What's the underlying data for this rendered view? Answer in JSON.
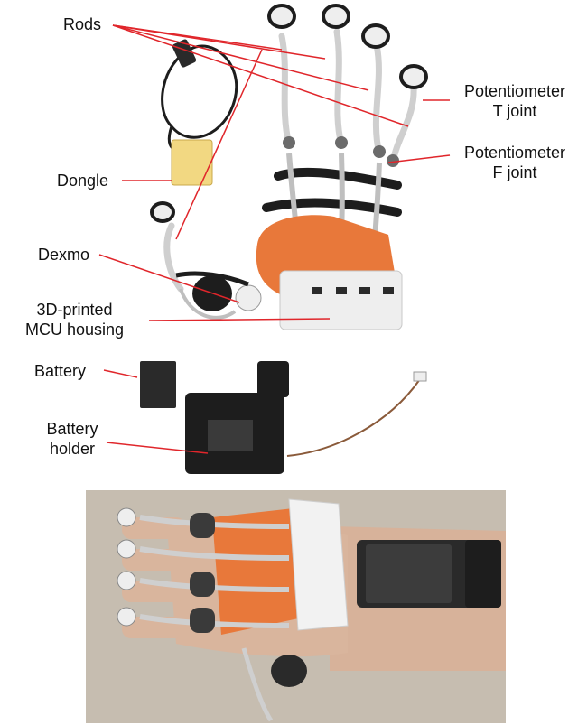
{
  "labels": {
    "rods": "Rods",
    "dongle": "Dongle",
    "dexmo": "Dexmo",
    "mcu_line1": "3D-printed",
    "mcu_line2": "MCU housing",
    "battery": "Battery",
    "battery_holder_line1": "Battery",
    "battery_holder_line2": "holder",
    "pot_t_line1": "Potentiometer",
    "pot_t_line2": "T joint",
    "pot_f_line1": "Potentiometer",
    "pot_f_line2": "F joint"
  },
  "colors": {
    "leader_line": "#e0262b",
    "orange_part": "#e8783a",
    "white_part": "#eeeeee",
    "gray_rod": "#cfcfcf",
    "black_part": "#1d1d1d",
    "photo_bg": "#b9b0a2"
  },
  "photo_top": {
    "alt_name": "dexmo-exoskeleton-disassembled-photo"
  },
  "photo_bottom": {
    "alt_name": "dexmo-exoskeleton-worn-on-hand-photo"
  }
}
